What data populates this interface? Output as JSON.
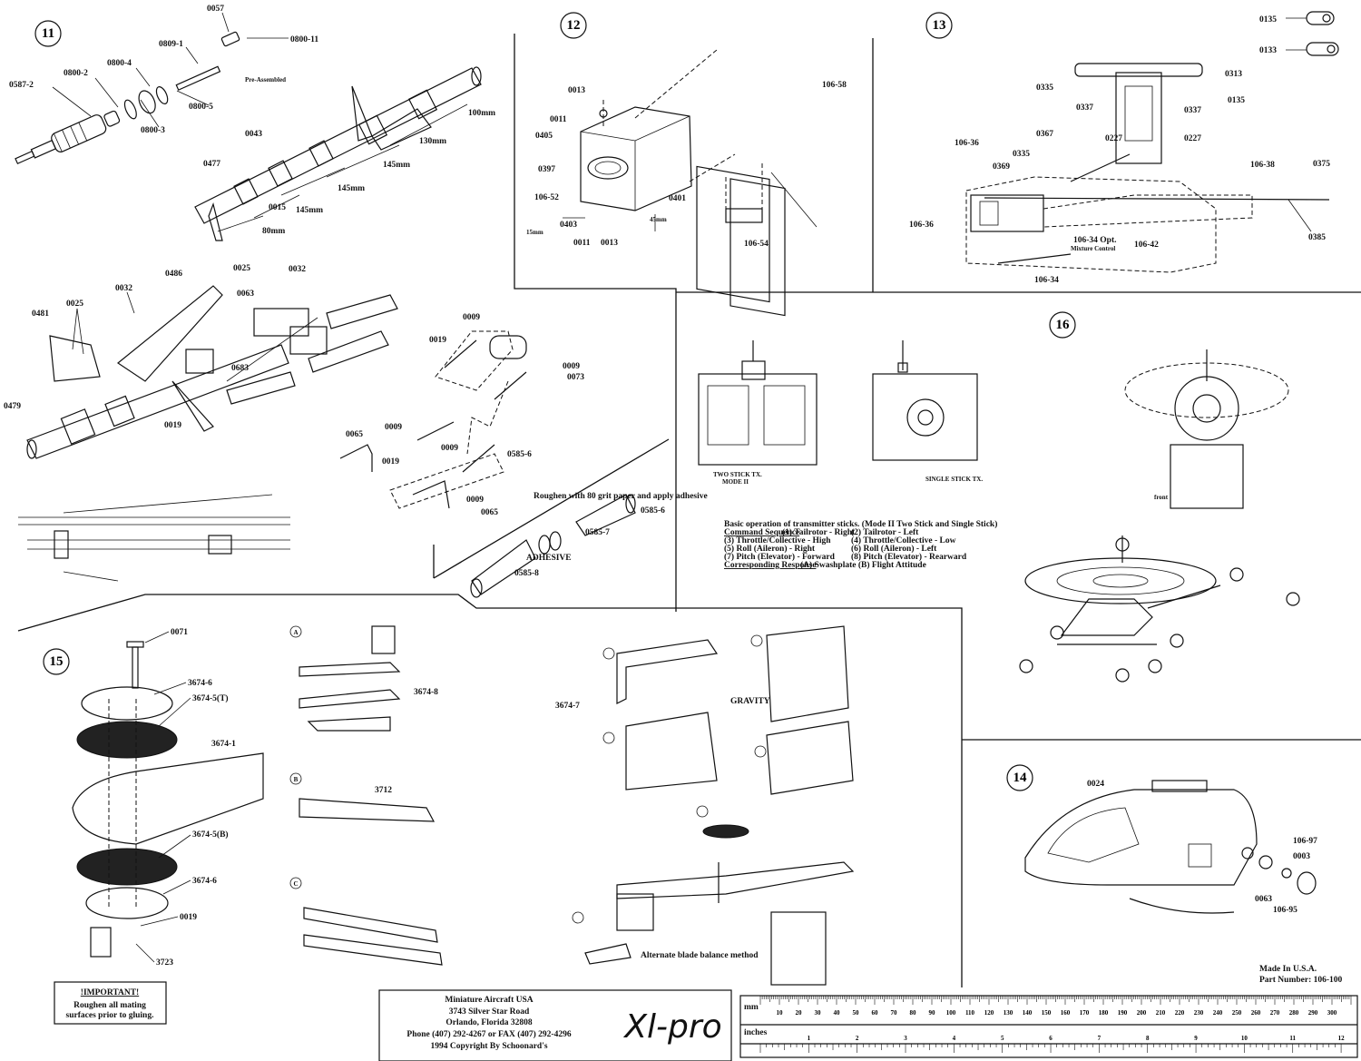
{
  "sections": {
    "s11": "11",
    "s12": "12",
    "s13": "13",
    "s14": "14",
    "s15": "15",
    "s16": "16"
  },
  "sec11": {
    "parts": [
      "0057",
      "0809-1",
      "0800-11",
      "0800-4",
      "0800-2",
      "0587-2",
      "0800-5",
      "0800-3",
      "0043",
      "0477",
      "0015"
    ],
    "preassembled": "Pre-Assembled",
    "dims": [
      "100mm",
      "130mm",
      "145mm",
      "145mm",
      "145mm",
      "80mm"
    ]
  },
  "sec12": {
    "parts": [
      "0013",
      "0011",
      "0405",
      "0397",
      "106-52",
      "0403",
      "0011",
      "0013",
      "0401",
      "106-58",
      "106-54"
    ],
    "dims": [
      "15mm",
      "45mm"
    ]
  },
  "sec13": {
    "parts": [
      "0135",
      "0133",
      "0313",
      "0335",
      "0135",
      "0337",
      "0337",
      "0227",
      "0227",
      "106-36",
      "0367",
      "0335",
      "0369",
      "106-38",
      "0375",
      "106-36",
      "106-42",
      "0385",
      "106-34"
    ],
    "opt": "106-34 Opt.",
    "mixture": "Mixture Control"
  },
  "tail": {
    "parts": [
      "0486",
      "0025",
      "0032",
      "0032",
      "0025",
      "0063",
      "0481",
      "0479",
      "0683",
      "0019"
    ]
  },
  "linkage": {
    "parts": [
      "0009",
      "0019",
      "0009",
      "0073",
      "0065",
      "0009",
      "0019",
      "0009",
      "0585-6",
      "0009",
      "0065",
      "0585-6",
      "0585-7",
      "0585-8"
    ],
    "roughen": "Roughen with 80 grit paper and apply adhesive",
    "adhesive": "ADHESIVE"
  },
  "sec16": {
    "two_stick": "TWO STICK TX.",
    "mode": "MODE II",
    "single_stick": "SINGLE STICK TX.",
    "front": "front",
    "ops_title": "Basic operation of transmitter sticks.  (Mode II Two Stick and Single Stick)",
    "cmd_label": "Command Sequence",
    "ops": [
      [
        "(1) Tailrotor - Right",
        "(2) Tailrotor - Left"
      ],
      [
        "(3) Throttle/Collective - High",
        "(4) Throttle/Collective - Low"
      ],
      [
        "(5) Roll (Aileron) - Right",
        "(6) Roll (Aileron) - Left"
      ],
      [
        "(7) Pitch (Elevator) - Forward",
        "(8) Pitch (Elevator) - Rearward"
      ]
    ],
    "resp_label": "Corresponding Response",
    "resp": "(A) Swashplate   (B) Flight Attitude"
  },
  "sec15": {
    "parts": [
      "0071",
      "3674-6",
      "3674-5(T)",
      "3674-1",
      "3674-5(B)",
      "3674-6",
      "0019",
      "3723"
    ]
  },
  "blades": {
    "steps": [
      "A",
      "B",
      "C"
    ],
    "parts": [
      "3674-8",
      "3712",
      "3674-7"
    ],
    "gravity": "GRAVITY",
    "balance": "Alternate blade balance method"
  },
  "sec14": {
    "parts": [
      "0024",
      "106-97",
      "0003",
      "0063",
      "106-95"
    ]
  },
  "important": {
    "title": "!IMPORTANT!",
    "body1": "Roughen all mating",
    "body2": "surfaces prior to gluing."
  },
  "footer": {
    "made": "Made In U.S.A.",
    "part": "Part Number: 106-100",
    "company": "Miniature Aircraft USA",
    "street": "3743 Silver Star Road",
    "city": "Orlando, Florida 32808",
    "phone": "Phone (407) 292-4267 or FAX (407) 292-4296",
    "copyright": "1994 Copyright By Schoonard's",
    "logo": "Xl-pro"
  },
  "ruler": {
    "mm_label": "mm",
    "inches_label": "inches",
    "mm_ticks": [
      "10",
      "20",
      "30",
      "40",
      "50",
      "60",
      "70",
      "80",
      "90",
      "100",
      "110",
      "120",
      "130",
      "140",
      "150",
      "160",
      "170",
      "180",
      "190",
      "200",
      "210",
      "220",
      "230",
      "240",
      "250",
      "260",
      "270",
      "280",
      "290",
      "300"
    ],
    "inch_ticks": [
      "1",
      "2",
      "3",
      "4",
      "5",
      "6",
      "7",
      "8",
      "9",
      "10",
      "11",
      "12"
    ]
  }
}
